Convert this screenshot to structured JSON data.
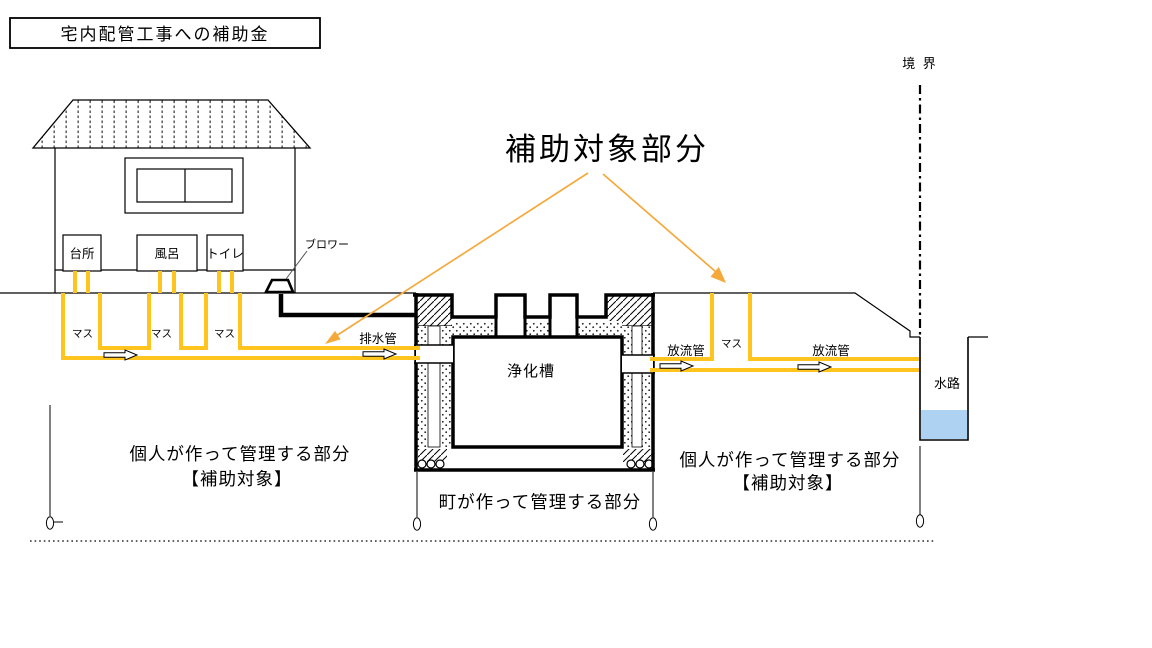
{
  "title": "宅内配管工事への補助金",
  "subsidy_target": {
    "label": "補助対象部分"
  },
  "boundary": {
    "label": "境 界"
  },
  "house": {
    "rooms": [
      {
        "label": "台所"
      },
      {
        "label": "風呂"
      },
      {
        "label": "トイレ"
      }
    ],
    "blower_label": "ブロワー"
  },
  "pipes": {
    "masu_labels": [
      "マス",
      "マス",
      "マス"
    ],
    "masu_right_label": "マス",
    "drain_pipe_label": "排水管",
    "discharge_pipe_labels": [
      "放流管",
      "放流管"
    ]
  },
  "tank": {
    "label": "浄化槽"
  },
  "waterway": {
    "label": "水路"
  },
  "regions": {
    "left": {
      "line1": "個人が作って管理する部分",
      "line2": "【補助対象】"
    },
    "middle": {
      "line1": "町が作って管理する部分"
    },
    "right": {
      "line1": "個人が作って管理する部分",
      "line2": "【補助対象】"
    }
  },
  "colors": {
    "pipe": "#FFC41E",
    "arrow": "#F5A93B",
    "water": "#AED3F2"
  }
}
